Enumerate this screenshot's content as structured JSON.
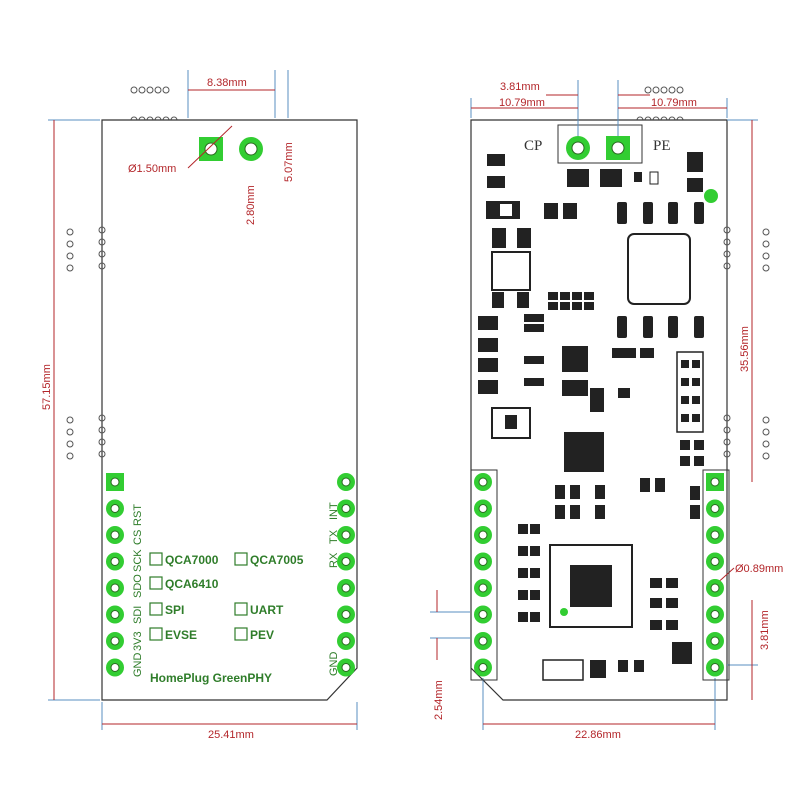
{
  "left_view": {
    "width_dim": "25.41mm",
    "height_dim": "57.15mm",
    "connector_spacing": "8.38mm",
    "connector_offset": "5.07mm",
    "hole_diameter": "Ø1.50mm",
    "hole_offset": "2.80mm",
    "left_pins": [
      "RST",
      "CS",
      "SCK",
      "SDO",
      "SDI",
      "3V3",
      "GND"
    ],
    "right_pins": [
      "INT",
      "TX",
      "RX",
      "GND"
    ],
    "options": [
      "QCA7000",
      "QCA7005",
      "QCA6410",
      "SPI",
      "UART",
      "EVSE",
      "PEV"
    ],
    "board_name": "HomePlug GreenPHY"
  },
  "right_view": {
    "cp_label": "CP",
    "pe_label": "PE",
    "dim_3_81_top": "3.81mm",
    "dim_10_79_left": "10.79mm",
    "dim_10_79_right": "10.79mm",
    "dim_35_56": "35.56mm",
    "dim_0_89": "Ø0.89mm",
    "dim_3_81_side": "3.81mm",
    "dim_2_54": "2.54mm",
    "dim_22_86": "22.86mm"
  },
  "colors": {
    "dimension": "#b3262a",
    "silkscreen": "#2f7d2a",
    "pad": "#32cd32",
    "component": "#222222"
  }
}
